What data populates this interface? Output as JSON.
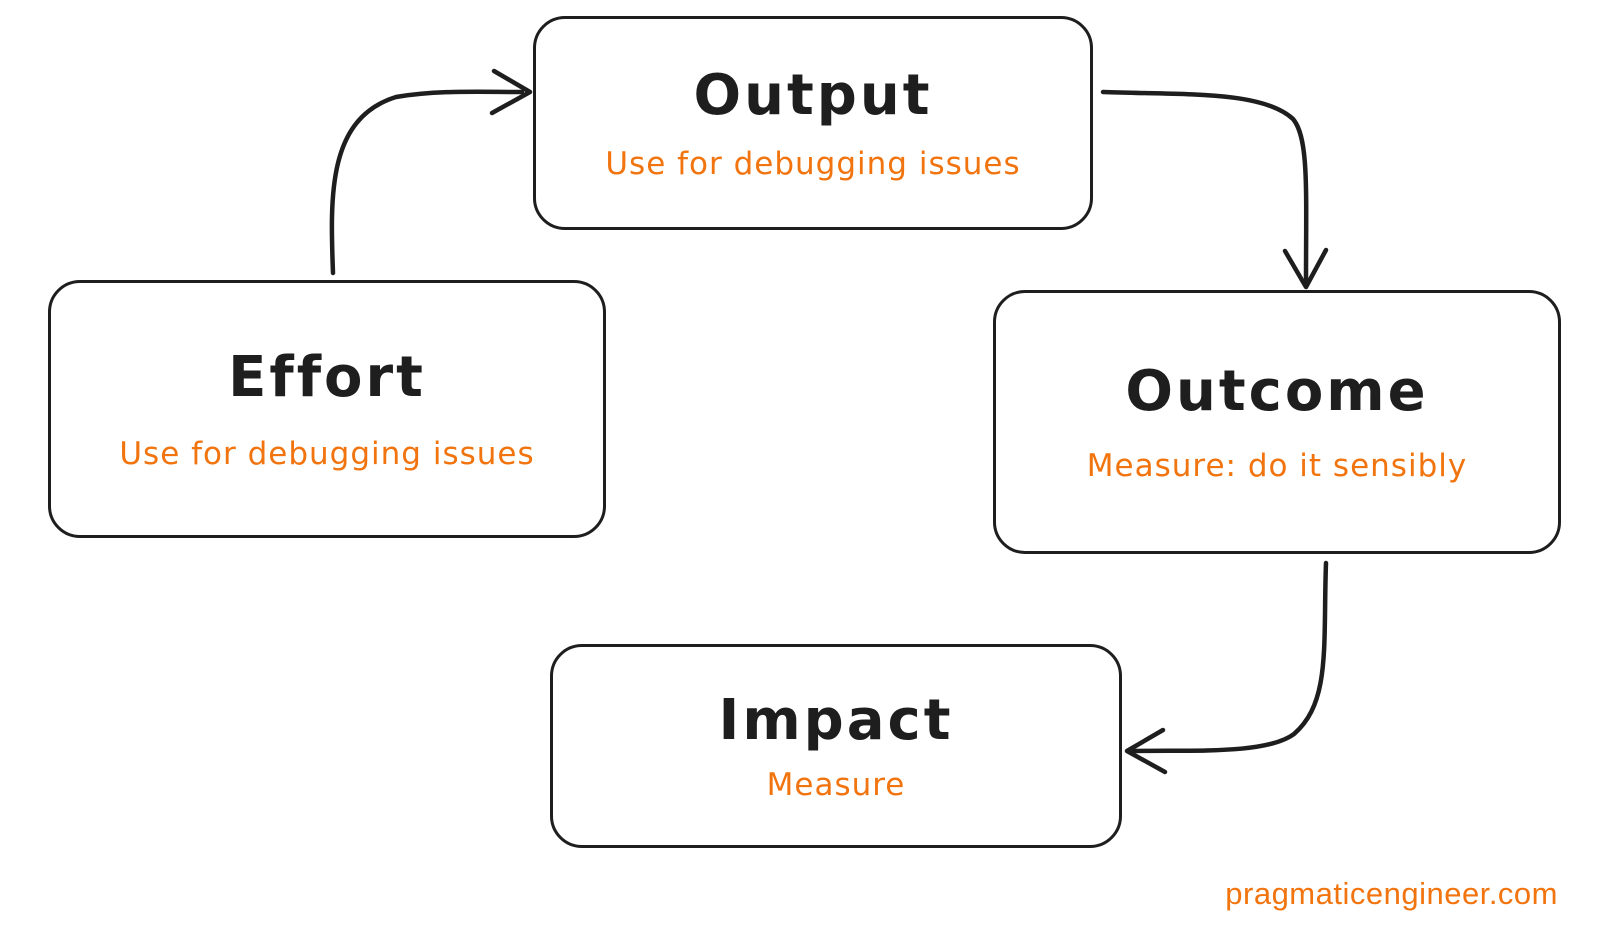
{
  "diagram": {
    "nodes": [
      {
        "id": "effort",
        "title": "Effort",
        "subtitle": "Use for debugging issues"
      },
      {
        "id": "output",
        "title": "Output",
        "subtitle": "Use for debugging issues"
      },
      {
        "id": "outcome",
        "title": "Outcome",
        "subtitle": "Measure: do it sensibly"
      },
      {
        "id": "impact",
        "title": "Impact",
        "subtitle": "Measure"
      }
    ],
    "edges": [
      {
        "from": "effort",
        "to": "output"
      },
      {
        "from": "output",
        "to": "outcome"
      },
      {
        "from": "outcome",
        "to": "impact"
      }
    ]
  },
  "watermark": "pragmaticengineer.com",
  "colors": {
    "ink": "#1e1e1e",
    "accent": "#f1740e",
    "background": "#ffffff"
  }
}
